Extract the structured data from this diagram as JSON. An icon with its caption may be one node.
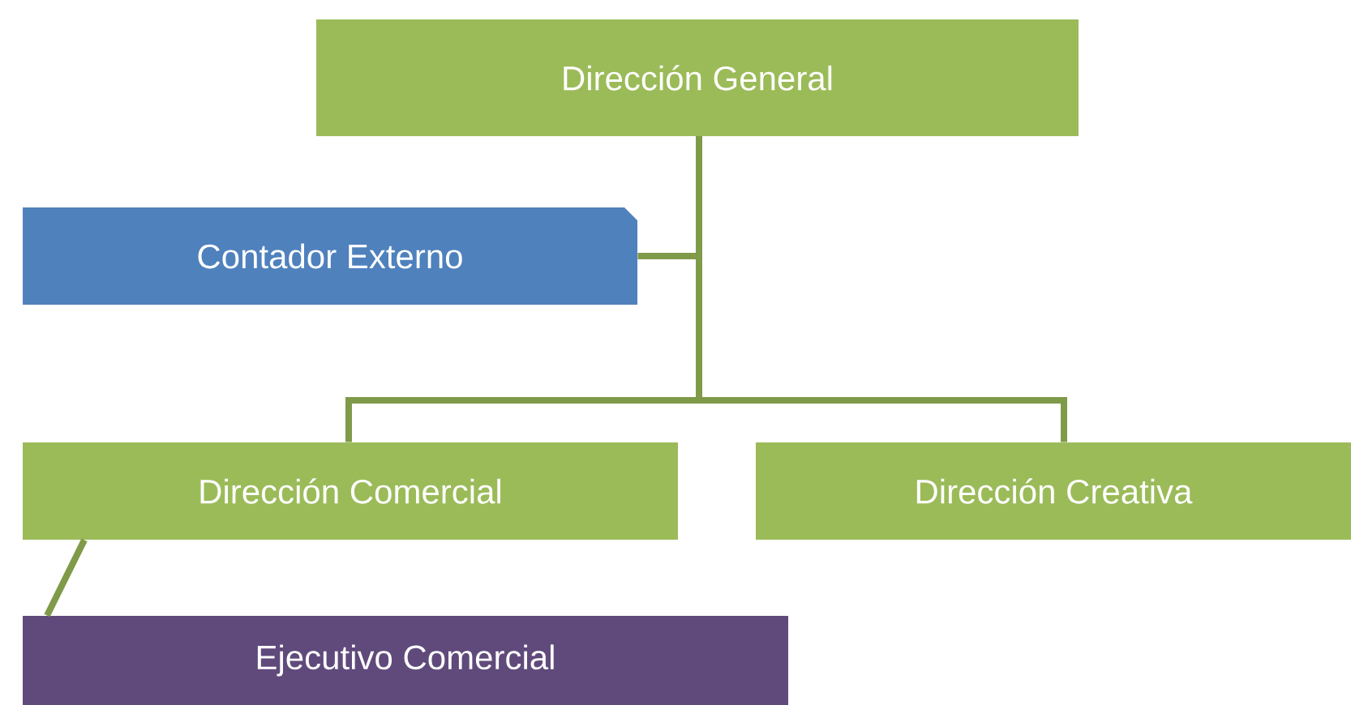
{
  "diagram": {
    "nodes": [
      {
        "text": [
          "Dirección General"
        ]
      },
      {
        "text": [
          "Contador Externo"
        ]
      },
      {
        "text": [
          "Dirección Comercial"
        ]
      },
      {
        "text": [
          "Dirección Creativa"
        ]
      },
      {
        "text": [
          "Ejecutivo Comercial"
        ]
      }
    ],
    "edges": [
      {
        "from": 0,
        "to": 1,
        "arrow": "none"
      },
      {
        "from": 0,
        "to": 2,
        "arrow": "none"
      },
      {
        "from": 0,
        "to": 3,
        "arrow": "none"
      },
      {
        "from": 2,
        "to": 4,
        "arrow": "none"
      }
    ]
  }
}
